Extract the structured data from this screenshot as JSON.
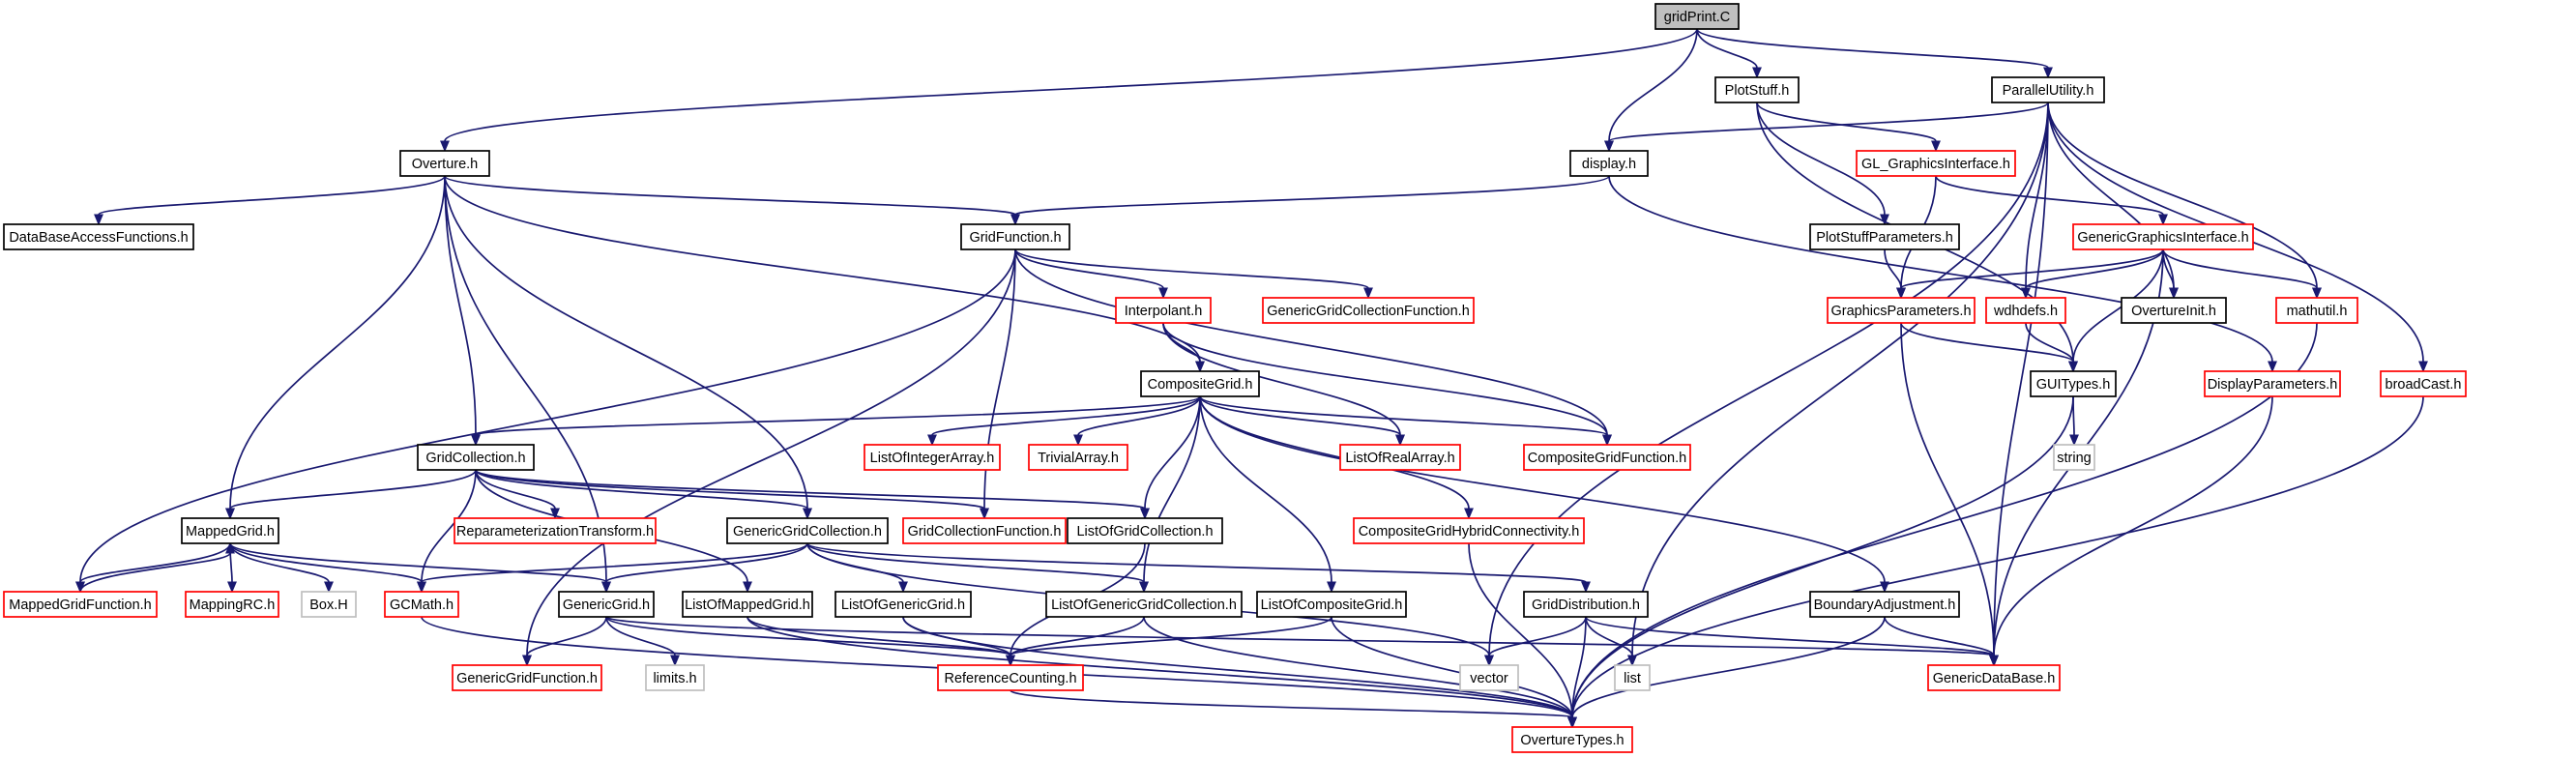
{
  "graph": {
    "root": "gridPrint.C",
    "colors": {
      "edge": "#191970",
      "root_fill": "#bfbfbf",
      "root_border": "#000000",
      "documented_border": "#000000",
      "undocumented_border": "#ff0000",
      "external_border": "#bfbfbf",
      "node_fill": "#ffffff",
      "text": "#000000"
    },
    "nodes": [
      {
        "id": "gridPrint.C",
        "kind": "root"
      },
      {
        "id": "Overture.h",
        "kind": "documented"
      },
      {
        "id": "PlotStuff.h",
        "kind": "documented"
      },
      {
        "id": "ParallelUtility.h",
        "kind": "documented"
      },
      {
        "id": "display.h",
        "kind": "documented"
      },
      {
        "id": "DataBaseAccessFunctions.h",
        "kind": "documented"
      },
      {
        "id": "GridFunction.h",
        "kind": "documented"
      },
      {
        "id": "GL_GraphicsInterface.h",
        "kind": "undocumented"
      },
      {
        "id": "PlotStuffParameters.h",
        "kind": "documented"
      },
      {
        "id": "GenericGraphicsInterface.h",
        "kind": "undocumented"
      },
      {
        "id": "Interpolant.h",
        "kind": "undocumented"
      },
      {
        "id": "GenericGridCollectionFunction.h",
        "kind": "undocumented"
      },
      {
        "id": "GraphicsParameters.h",
        "kind": "undocumented"
      },
      {
        "id": "wdhdefs.h",
        "kind": "undocumented"
      },
      {
        "id": "OvertureInit.h",
        "kind": "documented"
      },
      {
        "id": "mathutil.h",
        "kind": "undocumented"
      },
      {
        "id": "CompositeGrid.h",
        "kind": "documented"
      },
      {
        "id": "GUITypes.h",
        "kind": "documented"
      },
      {
        "id": "DisplayParameters.h",
        "kind": "undocumented"
      },
      {
        "id": "broadCast.h",
        "kind": "undocumented"
      },
      {
        "id": "GridCollection.h",
        "kind": "documented"
      },
      {
        "id": "ListOfIntegerArray.h",
        "kind": "undocumented"
      },
      {
        "id": "TrivialArray.h",
        "kind": "undocumented"
      },
      {
        "id": "ListOfRealArray.h",
        "kind": "undocumented"
      },
      {
        "id": "CompositeGridFunction.h",
        "kind": "undocumented"
      },
      {
        "id": "string",
        "kind": "external"
      },
      {
        "id": "MappedGrid.h",
        "kind": "documented"
      },
      {
        "id": "ReparameterizationTransform.h",
        "kind": "undocumented"
      },
      {
        "id": "GenericGridCollection.h",
        "kind": "documented"
      },
      {
        "id": "GridCollectionFunction.h",
        "kind": "undocumented"
      },
      {
        "id": "ListOfGridCollection.h",
        "kind": "documented"
      },
      {
        "id": "CompositeGridHybridConnectivity.h",
        "kind": "undocumented"
      },
      {
        "id": "MappedGridFunction.h",
        "kind": "undocumented"
      },
      {
        "id": "MappingRC.h",
        "kind": "undocumented"
      },
      {
        "id": "Box.H",
        "kind": "external"
      },
      {
        "id": "GCMath.h",
        "kind": "undocumented"
      },
      {
        "id": "GenericGrid.h",
        "kind": "documented"
      },
      {
        "id": "ListOfMappedGrid.h",
        "kind": "documented"
      },
      {
        "id": "ListOfGenericGrid.h",
        "kind": "documented"
      },
      {
        "id": "ListOfGenericGridCollection.h",
        "kind": "documented"
      },
      {
        "id": "ListOfCompositeGrid.h",
        "kind": "documented"
      },
      {
        "id": "GridDistribution.h",
        "kind": "documented"
      },
      {
        "id": "BoundaryAdjustment.h",
        "kind": "documented"
      },
      {
        "id": "GenericGridFunction.h",
        "kind": "undocumented"
      },
      {
        "id": "limits.h",
        "kind": "external"
      },
      {
        "id": "ReferenceCounting.h",
        "kind": "undocumented"
      },
      {
        "id": "vector",
        "kind": "external"
      },
      {
        "id": "list",
        "kind": "external"
      },
      {
        "id": "GenericDataBase.h",
        "kind": "undocumented"
      },
      {
        "id": "OvertureTypes.h",
        "kind": "undocumented"
      }
    ],
    "edges": [
      [
        "gridPrint.C",
        "Overture.h"
      ],
      [
        "gridPrint.C",
        "PlotStuff.h"
      ],
      [
        "gridPrint.C",
        "ParallelUtility.h"
      ],
      [
        "gridPrint.C",
        "display.h"
      ],
      [
        "Overture.h",
        "DataBaseAccessFunctions.h"
      ],
      [
        "Overture.h",
        "GridFunction.h"
      ],
      [
        "Overture.h",
        "CompositeGrid.h"
      ],
      [
        "Overture.h",
        "GridCollection.h"
      ],
      [
        "Overture.h",
        "MappedGrid.h"
      ],
      [
        "Overture.h",
        "GenericGridCollection.h"
      ],
      [
        "Overture.h",
        "GenericGrid.h"
      ],
      [
        "PlotStuff.h",
        "GL_GraphicsInterface.h"
      ],
      [
        "PlotStuff.h",
        "PlotStuffParameters.h"
      ],
      [
        "PlotStuff.h",
        "GUITypes.h"
      ],
      [
        "ParallelUtility.h",
        "display.h"
      ],
      [
        "ParallelUtility.h",
        "wdhdefs.h"
      ],
      [
        "ParallelUtility.h",
        "OvertureInit.h"
      ],
      [
        "ParallelUtility.h",
        "mathutil.h"
      ],
      [
        "ParallelUtility.h",
        "broadCast.h"
      ],
      [
        "ParallelUtility.h",
        "GenericDataBase.h"
      ],
      [
        "ParallelUtility.h",
        "vector"
      ],
      [
        "ParallelUtility.h",
        "list"
      ],
      [
        "display.h",
        "GridFunction.h"
      ],
      [
        "display.h",
        "DisplayParameters.h"
      ],
      [
        "GL_GraphicsInterface.h",
        "GenericGraphicsInterface.h"
      ],
      [
        "GL_GraphicsInterface.h",
        "GraphicsParameters.h"
      ],
      [
        "PlotStuffParameters.h",
        "GraphicsParameters.h"
      ],
      [
        "GenericGraphicsInterface.h",
        "GraphicsParameters.h"
      ],
      [
        "GenericGraphicsInterface.h",
        "wdhdefs.h"
      ],
      [
        "GenericGraphicsInterface.h",
        "OvertureInit.h"
      ],
      [
        "GenericGraphicsInterface.h",
        "mathutil.h"
      ],
      [
        "GenericGraphicsInterface.h",
        "GUITypes.h"
      ],
      [
        "GenericGraphicsInterface.h",
        "GenericDataBase.h"
      ],
      [
        "GraphicsParameters.h",
        "GUITypes.h"
      ],
      [
        "GraphicsParameters.h",
        "GenericDataBase.h"
      ],
      [
        "wdhdefs.h",
        "GUITypes.h"
      ],
      [
        "GUITypes.h",
        "string"
      ],
      [
        "GUITypes.h",
        "OvertureTypes.h"
      ],
      [
        "DisplayParameters.h",
        "GenericDataBase.h"
      ],
      [
        "mathutil.h",
        "OvertureTypes.h"
      ],
      [
        "broadCast.h",
        "OvertureTypes.h"
      ],
      [
        "GridFunction.h",
        "Interpolant.h"
      ],
      [
        "GridFunction.h",
        "GenericGridCollectionFunction.h"
      ],
      [
        "GridFunction.h",
        "CompositeGridFunction.h"
      ],
      [
        "GridFunction.h",
        "GridCollectionFunction.h"
      ],
      [
        "GridFunction.h",
        "MappedGridFunction.h"
      ],
      [
        "GridFunction.h",
        "GenericGridFunction.h"
      ],
      [
        "Interpolant.h",
        "CompositeGrid.h"
      ],
      [
        "Interpolant.h",
        "ListOfRealArray.h"
      ],
      [
        "Interpolant.h",
        "CompositeGridFunction.h"
      ],
      [
        "CompositeGrid.h",
        "GridCollection.h"
      ],
      [
        "CompositeGrid.h",
        "ListOfIntegerArray.h"
      ],
      [
        "CompositeGrid.h",
        "TrivialArray.h"
      ],
      [
        "CompositeGrid.h",
        "ListOfRealArray.h"
      ],
      [
        "CompositeGrid.h",
        "CompositeGridFunction.h"
      ],
      [
        "CompositeGrid.h",
        "ListOfGridCollection.h"
      ],
      [
        "CompositeGrid.h",
        "CompositeGridHybridConnectivity.h"
      ],
      [
        "CompositeGrid.h",
        "ListOfCompositeGrid.h"
      ],
      [
        "CompositeGrid.h",
        "ListOfGenericGridCollection.h"
      ],
      [
        "CompositeGrid.h",
        "BoundaryAdjustment.h"
      ],
      [
        "GridCollection.h",
        "MappedGrid.h"
      ],
      [
        "GridCollection.h",
        "ReparameterizationTransform.h"
      ],
      [
        "GridCollection.h",
        "GenericGridCollection.h"
      ],
      [
        "GridCollection.h",
        "GridCollectionFunction.h"
      ],
      [
        "GridCollection.h",
        "ListOfGridCollection.h"
      ],
      [
        "GridCollection.h",
        "ListOfMappedGrid.h"
      ],
      [
        "GridCollection.h",
        "GCMath.h"
      ],
      [
        "MappedGrid.h",
        "MappedGridFunction.h"
      ],
      [
        "MappedGrid.h",
        "MappingRC.h"
      ],
      [
        "MappedGrid.h",
        "Box.H"
      ],
      [
        "MappedGrid.h",
        "GCMath.h"
      ],
      [
        "MappedGrid.h",
        "GenericGrid.h"
      ],
      [
        "MappedGridFunction.h",
        "MappedGrid.h"
      ],
      [
        "GenericGridCollection.h",
        "GenericGrid.h"
      ],
      [
        "GenericGridCollection.h",
        "ListOfGenericGrid.h"
      ],
      [
        "GenericGridCollection.h",
        "ListOfGenericGridCollection.h"
      ],
      [
        "GenericGridCollection.h",
        "GridDistribution.h"
      ],
      [
        "GenericGridCollection.h",
        "GCMath.h"
      ],
      [
        "GenericGridCollection.h",
        "vector"
      ],
      [
        "ListOfGridCollection.h",
        "ReferenceCounting.h"
      ],
      [
        "CompositeGridHybridConnectivity.h",
        "OvertureTypes.h"
      ],
      [
        "GenericGrid.h",
        "GenericGridFunction.h"
      ],
      [
        "GenericGrid.h",
        "limits.h"
      ],
      [
        "GenericGrid.h",
        "ReferenceCounting.h"
      ],
      [
        "GenericGrid.h",
        "GenericDataBase.h"
      ],
      [
        "ListOfMappedGrid.h",
        "ReferenceCounting.h"
      ],
      [
        "ListOfMappedGrid.h",
        "OvertureTypes.h"
      ],
      [
        "ListOfGenericGrid.h",
        "ReferenceCounting.h"
      ],
      [
        "ListOfGenericGrid.h",
        "OvertureTypes.h"
      ],
      [
        "ListOfGenericGridCollection.h",
        "ReferenceCounting.h"
      ],
      [
        "ListOfGenericGridCollection.h",
        "OvertureTypes.h"
      ],
      [
        "ListOfCompositeGrid.h",
        "ReferenceCounting.h"
      ],
      [
        "ListOfCompositeGrid.h",
        "OvertureTypes.h"
      ],
      [
        "GridDistribution.h",
        "vector"
      ],
      [
        "GridDistribution.h",
        "list"
      ],
      [
        "GridDistribution.h",
        "GenericDataBase.h"
      ],
      [
        "GridDistribution.h",
        "OvertureTypes.h"
      ],
      [
        "BoundaryAdjustment.h",
        "GenericDataBase.h"
      ],
      [
        "BoundaryAdjustment.h",
        "OvertureTypes.h"
      ],
      [
        "GCMath.h",
        "OvertureTypes.h"
      ],
      [
        "ReferenceCounting.h",
        "OvertureTypes.h"
      ]
    ]
  }
}
